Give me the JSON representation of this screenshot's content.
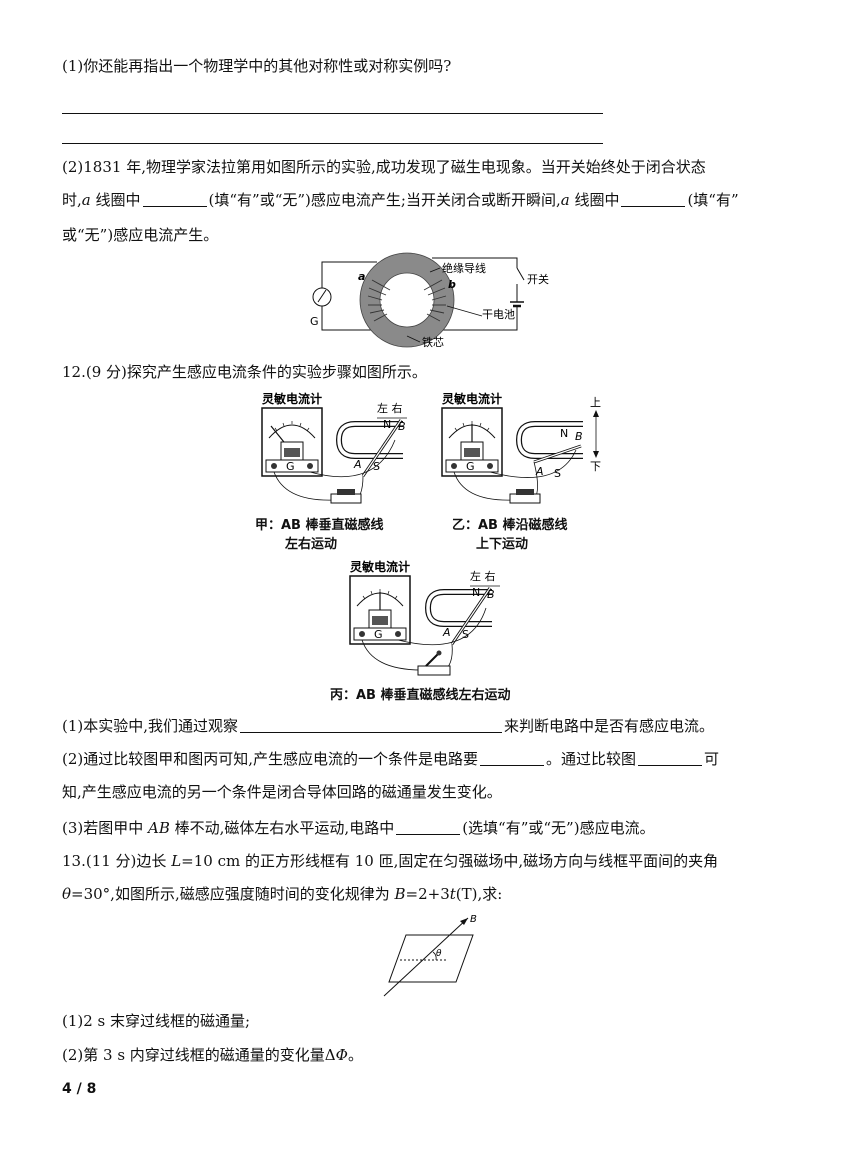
{
  "q11": {
    "part1": "(1)你还能再指出一个物理学中的其他对称性或对称实例吗?",
    "part2_line1": "(2)1831 年,物理学家法拉第用如图所示的实验,成功发现了磁生电现象。当开关始终处于闭合状态",
    "part2_line2_a": "时,",
    "part2_line2_b": "a",
    "part2_line2_c": " 线圈中",
    "part2_line2_d": "(填“有”或“无”)感应电流产生;当开关闭合或断开瞬间,",
    "part2_line2_e": "a",
    "part2_line2_f": " 线圈中",
    "part2_line2_g": "(填“有”",
    "part2_line3": "或“无”)感应电流产生。",
    "figure": {
      "label_a": "a",
      "label_b": "b",
      "label_wire": "绝缘导线",
      "label_switch": "开关",
      "label_battery": "干电池",
      "label_core": "铁芯",
      "label_g": "G"
    }
  },
  "q12": {
    "stem": "12.(9 分)探究产生感应电流条件的实验步骤如图所示。",
    "fig_jia": {
      "title": "灵敏电流计",
      "dir": "左 右",
      "n": "N",
      "b": "B",
      "a": "A",
      "s": "S",
      "g": "G",
      "cap1": "甲：AB 棒垂直磁感线",
      "cap2": "左右运动"
    },
    "fig_yi": {
      "title": "灵敏电流计",
      "up": "上",
      "down": "下",
      "n": "N",
      "b": "B",
      "a": "A",
      "s": "S",
      "g": "G",
      "cap1": "乙：AB 棒沿磁感线",
      "cap2": "上下运动"
    },
    "fig_bing": {
      "title": "灵敏电流计",
      "dir": "左 右",
      "n": "N",
      "b": "B",
      "a": "A",
      "s": "S",
      "g": "G",
      "cap1": "丙：AB 棒垂直磁感线左右运动"
    },
    "p1_a": "(1)本实验中,我们通过观察",
    "p1_b": "来判断电路中是否有感应电流。",
    "p2_a": "(2)通过比较图甲和图丙可知,产生感应电流的一个条件是电路要",
    "p2_b": "。通过比较图",
    "p2_c": "可",
    "p2_line2": "知,产生感应电流的另一个条件是闭合导体回路的磁通量发生变化。",
    "p3_a": "(3)若图甲中 ",
    "p3_b": "AB",
    "p3_c": " 棒不动,磁体左右水平运动,电路中",
    "p3_d": "(选填“有”或“无”)感应电流。"
  },
  "q13": {
    "line1_a": "13.(11 分)边长 ",
    "line1_b": "L",
    "line1_c": "=10 cm 的正方形线框有 10 匝,固定在匀强磁场中,磁场方向与线框平面间的夹角",
    "line2_a": "θ",
    "line2_b": "=30°,如图所示,磁感应强度随时间的变化规律为 ",
    "line2_c": "B",
    "line2_d": "=2+3",
    "line2_e": "t",
    "line2_f": "(T),求:",
    "fig_b": "B",
    "fig_theta": "θ",
    "p1": "(1)2 s 末穿过线框的磁通量;",
    "p2_a": "(2)第 3 s 内穿过线框的磁通量的变化量Δ",
    "p2_b": "Φ",
    "p2_c": "。"
  },
  "footer": {
    "page": "4 / 8"
  }
}
